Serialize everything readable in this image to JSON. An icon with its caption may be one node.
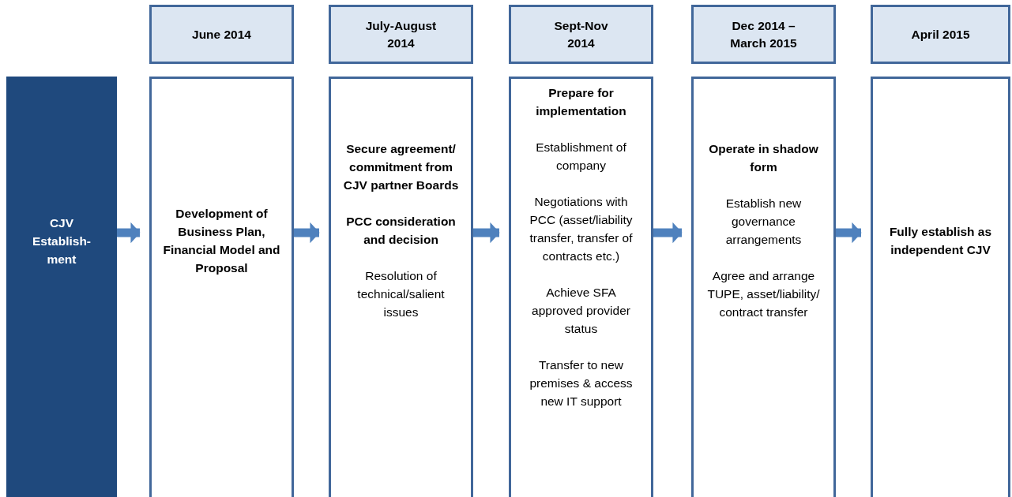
{
  "diagram": {
    "nodes": [
      {
        "text": [
          "June 2014"
        ]
      },
      {
        "text": [
          "July-August 2014"
        ]
      },
      {
        "text": [
          "Sept-Nov 2014"
        ]
      },
      {
        "text": [
          "Dec 2014 – March 2015"
        ]
      },
      {
        "text": [
          "April 2015"
        ]
      },
      {
        "text": [
          "CJV Establish-ment"
        ]
      },
      {
        "text": [
          "Development of Business Plan, Financial Model and Proposal"
        ]
      },
      {
        "text": [
          "Secure agreement/ commitment from CJV partner Boards",
          "PCC consideration and decision",
          "Resolution of technical/salient issues"
        ]
      },
      {
        "text": [
          "Prepare for implementation",
          "Establishment of company",
          "Negotiations with PCC (asset/liability transfer, transfer of contracts etc.)",
          "Achieve SFA approved provider status",
          "Transfer to new premises & access new IT support"
        ]
      },
      {
        "text": [
          "Operate in shadow form",
          "Establish new governance arrangements",
          "Agree and arrange TUPE, asset/liability/ contract transfer"
        ]
      },
      {
        "text": [
          "Fully establish as independent CJV"
        ]
      }
    ],
    "edges": [
      {
        "from": 5,
        "to": 6,
        "arrow": "to"
      },
      {
        "from": 6,
        "to": 7,
        "arrow": "to"
      },
      {
        "from": 7,
        "to": 8,
        "arrow": "to"
      },
      {
        "from": 8,
        "to": 9,
        "arrow": "to"
      },
      {
        "from": 9,
        "to": 10,
        "arrow": "to"
      }
    ]
  }
}
